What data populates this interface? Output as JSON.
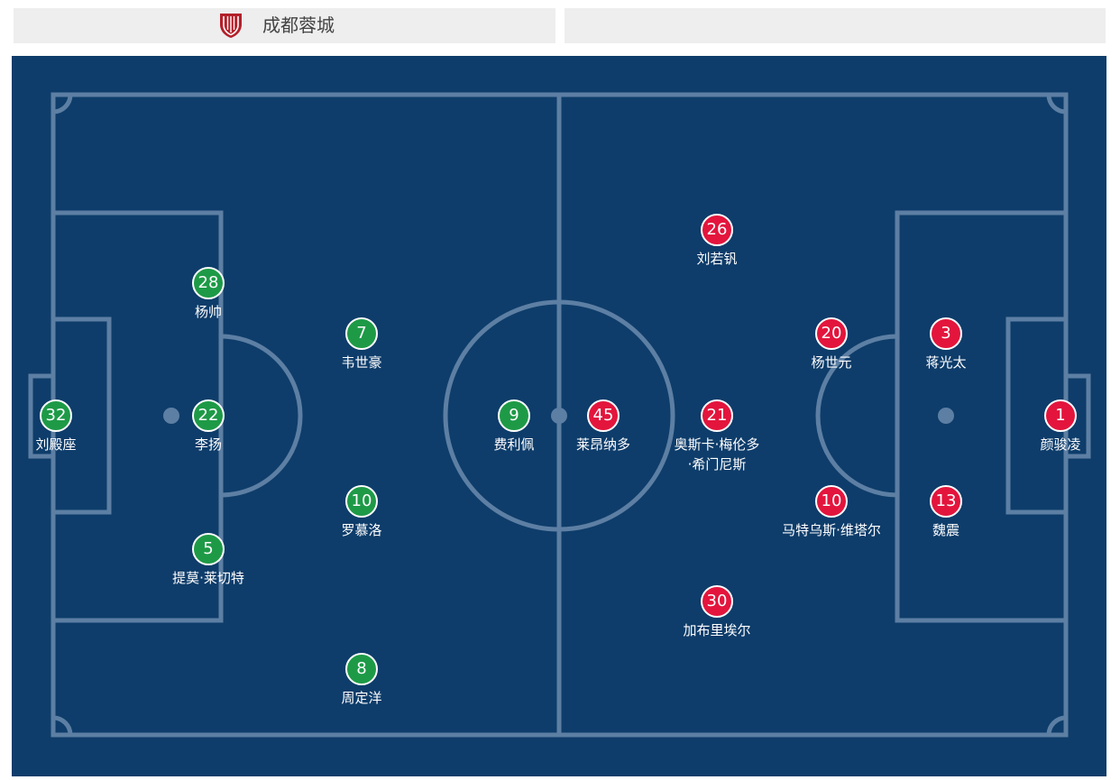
{
  "home_team": {
    "name": "成都蓉城",
    "logo_icon": "shield-crest-icon",
    "color": "#1e9a47",
    "players": [
      {
        "number": "32",
        "name": "刘殿座"
      },
      {
        "number": "28",
        "name": "杨帅"
      },
      {
        "number": "22",
        "name": "李扬"
      },
      {
        "number": "5",
        "name": "提莫·莱切特"
      },
      {
        "number": "7",
        "name": "韦世豪"
      },
      {
        "number": "10",
        "name": "罗慕洛"
      },
      {
        "number": "8",
        "name": "周定洋"
      },
      {
        "number": "9",
        "name": "费利佩"
      }
    ]
  },
  "away_team": {
    "name": "",
    "color": "#e3153d",
    "players": [
      {
        "number": "45",
        "name": "莱昂纳多"
      },
      {
        "number": "26",
        "name": "刘若钒"
      },
      {
        "number": "21",
        "name": "奥斯卡·梅伦多·希门尼斯"
      },
      {
        "number": "30",
        "name": "加布里埃尔"
      },
      {
        "number": "20",
        "name": "杨世元"
      },
      {
        "number": "10",
        "name": "马特乌斯·维塔尔"
      },
      {
        "number": "3",
        "name": "蒋光太"
      },
      {
        "number": "13",
        "name": "魏震"
      },
      {
        "number": "1",
        "name": "颜骏凌"
      }
    ]
  },
  "pitch": {
    "background": "#0e3d6b",
    "line_color": "#5d7fa3"
  }
}
